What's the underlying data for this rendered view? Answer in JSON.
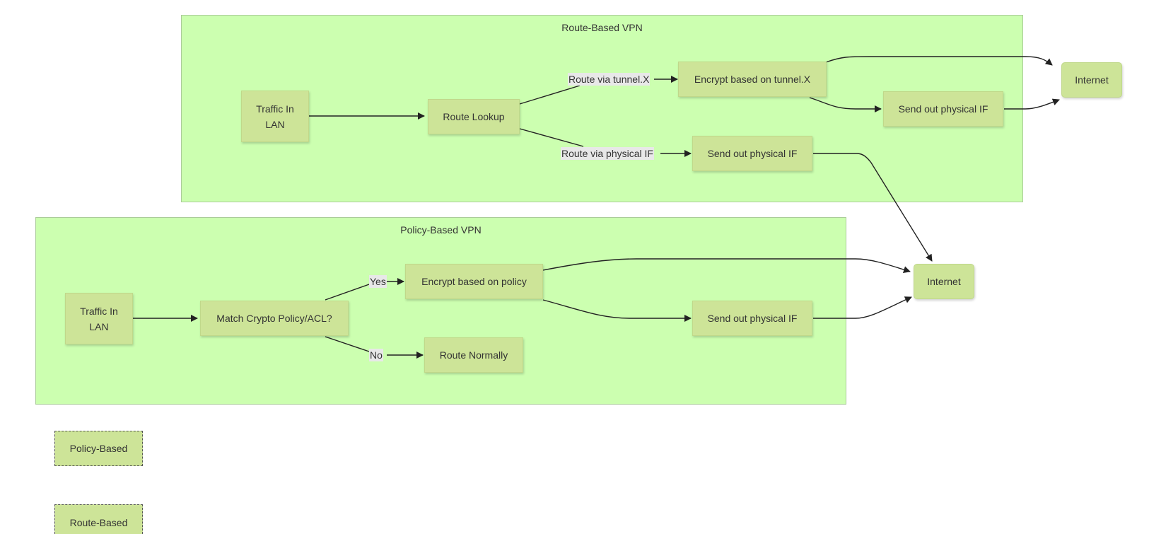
{
  "clusters": {
    "route_based": {
      "title": "Route-Based VPN"
    },
    "policy_based": {
      "title": "Policy-Based VPN"
    }
  },
  "nodes": {
    "rb_traffic_in": {
      "line1": "Traffic In",
      "line2": "LAN"
    },
    "rb_route_lookup": {
      "label": "Route Lookup"
    },
    "rb_encrypt_tunnel": {
      "label": "Encrypt based on tunnel.X"
    },
    "rb_send_out_1": {
      "label": "Send out physical IF"
    },
    "rb_send_out_2": {
      "label": "Send out physical IF"
    },
    "rb_internet": {
      "label": "Internet"
    },
    "pb_traffic_in": {
      "line1": "Traffic In",
      "line2": "LAN"
    },
    "pb_match_policy": {
      "label": "Match Crypto Policy/ACL?"
    },
    "pb_encrypt_policy": {
      "label": "Encrypt based on policy"
    },
    "pb_route_normally": {
      "label": "Route Normally"
    },
    "pb_send_out": {
      "label": "Send out physical IF"
    },
    "pb_internet": {
      "label": "Internet"
    }
  },
  "edge_labels": {
    "route_via_tunnel": "Route via tunnel.X",
    "route_via_physical": "Route via physical IF",
    "yes": "Yes",
    "no": "No"
  },
  "legend": {
    "policy_based": "Policy-Based",
    "route_based": "Route-Based"
  },
  "colors": {
    "cluster_fill": "#ccffb0",
    "node_fill": "#cde498",
    "edge_stroke": "#222222",
    "label_background": "#e8e8e8"
  }
}
